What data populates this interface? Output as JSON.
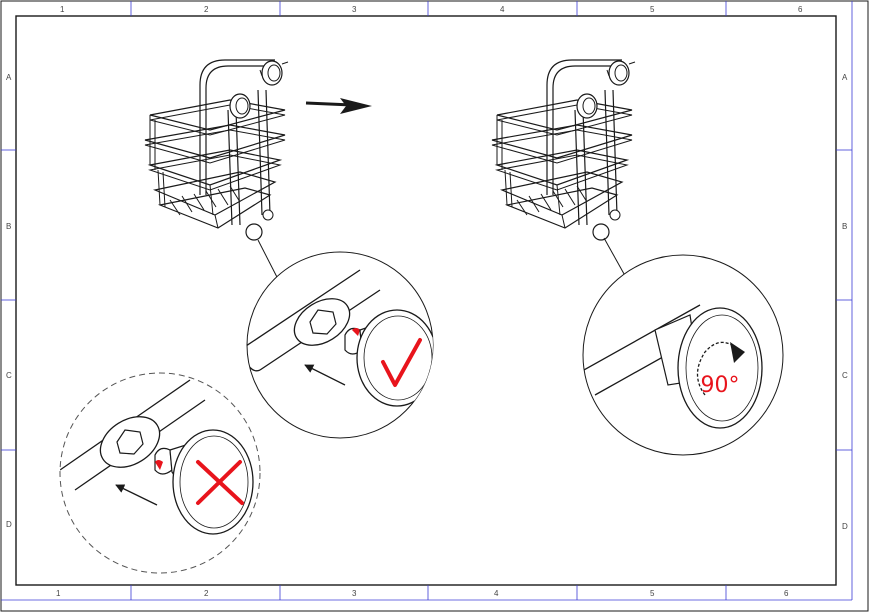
{
  "frame": {
    "column_labels_top": [
      "1",
      "2",
      "3",
      "4",
      "5",
      "6"
    ],
    "column_labels_bottom": [
      "1",
      "2",
      "3",
      "4",
      "5",
      "6"
    ],
    "row_labels_left": [
      "A",
      "B",
      "C",
      "D"
    ],
    "row_labels_right": [
      "A",
      "B",
      "C",
      "D"
    ],
    "zone_line_color": "#3b3bd6"
  },
  "step_2": {
    "rotation_label": "90°"
  },
  "colors": {
    "correct_mark": "#e8141c",
    "wrong_mark": "#e8141c",
    "line": "#1a1a1a"
  },
  "icons": {
    "correct": "check-icon",
    "wrong": "cross-icon",
    "rotate": "rotate-arrow-icon",
    "direction": "push-arrow-icon"
  }
}
